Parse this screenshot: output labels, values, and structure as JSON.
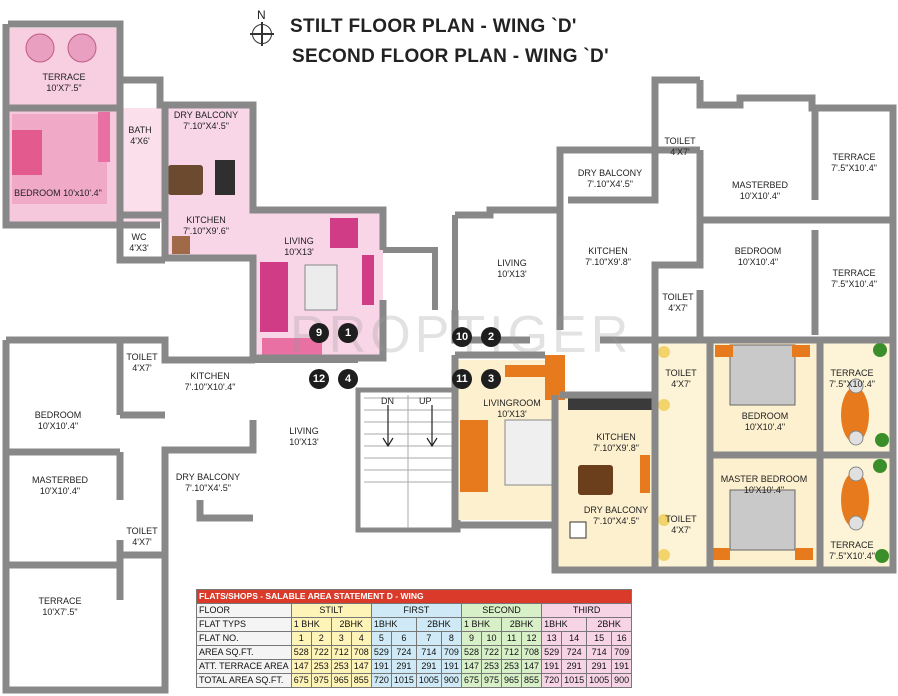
{
  "title": {
    "line1": "STILT FLOOR PLAN - WING `D'",
    "line2": "SECOND FLOOR PLAN - WING `D'"
  },
  "compass": {
    "label": "N"
  },
  "watermark": "PROPTIGER",
  "stairs": {
    "dn": "DN",
    "up": "UP"
  },
  "rooms": {
    "top_left": [
      {
        "name": "TERRACE",
        "dim": "10'X7'.5\""
      },
      {
        "name": "BATH",
        "dim": "4'X6'"
      },
      {
        "name": "DRY BALCONY",
        "dim": "7'.10\"X4'.5\""
      },
      {
        "name": "BEDROOM",
        "dim": "10'x10'.4\""
      },
      {
        "name": "KITCHEN",
        "dim": "7'.10\"X9'.6\""
      },
      {
        "name": "WC",
        "dim": "4'X3'"
      },
      {
        "name": "LIVING",
        "dim": "10'X13'"
      }
    ],
    "bottom_left": [
      {
        "name": "TOILET",
        "dim": "4'X7'"
      },
      {
        "name": "KITCHEN",
        "dim": "7'.10\"X10'.4\""
      },
      {
        "name": "BEDROOM",
        "dim": "10'X10'.4\""
      },
      {
        "name": "LIVING",
        "dim": "10'X13'"
      },
      {
        "name": "MASTERBED",
        "dim": "10'X10'.4\""
      },
      {
        "name": "DRY BALCONY",
        "dim": "7'.10\"X4'.5\""
      },
      {
        "name": "TOILET",
        "dim": "4'X7'"
      },
      {
        "name": "TERRACE",
        "dim": "10'X7'.5\""
      }
    ],
    "top_right": [
      {
        "name": "TOILET",
        "dim": "4'X7'"
      },
      {
        "name": "TERRACE",
        "dim": "7'.5\"X10'.4\""
      },
      {
        "name": "DRY BALCONY",
        "dim": "7'.10\"X4'.5\""
      },
      {
        "name": "MASTERBED",
        "dim": "10'X10'.4\""
      },
      {
        "name": "LIVING",
        "dim": "10'X13'"
      },
      {
        "name": "KITCHEN",
        "dim": "7'.10\"X9'.8\""
      },
      {
        "name": "BEDROOM",
        "dim": "10'X10'.4\""
      },
      {
        "name": "TERRACE",
        "dim": "7'.5\"X10'.4\""
      },
      {
        "name": "TOILET",
        "dim": "4'X7'"
      }
    ],
    "bottom_right": [
      {
        "name": "TOILET",
        "dim": "4'X7'"
      },
      {
        "name": "TERRACE",
        "dim": "7'.5\"X10'.4\""
      },
      {
        "name": "LIVINGROOM",
        "dim": "10'X13'"
      },
      {
        "name": "BEDROOM",
        "dim": "10'X10'.4\""
      },
      {
        "name": "KITCHEN",
        "dim": "7'.10\"X9'.8\""
      },
      {
        "name": "MASTER BEDROOM",
        "dim": "10'X10'.4\""
      },
      {
        "name": "DRY BALCONY",
        "dim": "7'.10\"X4'.5\""
      },
      {
        "name": "TOILET",
        "dim": "4'X7'"
      },
      {
        "name": "TERRACE",
        "dim": "7'.5\"X10'.4\""
      }
    ]
  },
  "flat_numbers": [
    "9",
    "1",
    "12",
    "4",
    "10",
    "2",
    "11",
    "3"
  ],
  "area_table": {
    "title": "FLATS/SHOPS - SALABLE AREA STATEMENT D - WING",
    "row_labels": [
      "FLOOR",
      "FLAT TYPS",
      "FLAT NO.",
      "AREA SQ.FT.",
      "ATT. TERRACE AREA",
      "TOTAL AREA SQ.FT."
    ],
    "floors": [
      "STILT",
      "FIRST",
      "SECOND",
      "THIRD"
    ],
    "types": [
      "1 BHK",
      "2BHK",
      "1BHK",
      "2BHK",
      "1 BHK",
      "2BHK",
      "1BHK",
      "2BHK"
    ],
    "flat_no": [
      "1",
      "2",
      "3",
      "4",
      "5",
      "6",
      "7",
      "8",
      "9",
      "10",
      "11",
      "12",
      "13",
      "14",
      "15",
      "16"
    ],
    "area": [
      "528",
      "722",
      "712",
      "708",
      "529",
      "724",
      "714",
      "709",
      "528",
      "722",
      "712",
      "708",
      "529",
      "724",
      "714",
      "709"
    ],
    "terrace": [
      "147",
      "253",
      "253",
      "147",
      "191",
      "291",
      "291",
      "191",
      "147",
      "253",
      "253",
      "147",
      "191",
      "291",
      "291",
      "191"
    ],
    "total": [
      "675",
      "975",
      "965",
      "855",
      "720",
      "1015",
      "1005",
      "900",
      "675",
      "975",
      "965",
      "855",
      "720",
      "1015",
      "1005",
      "900"
    ]
  }
}
